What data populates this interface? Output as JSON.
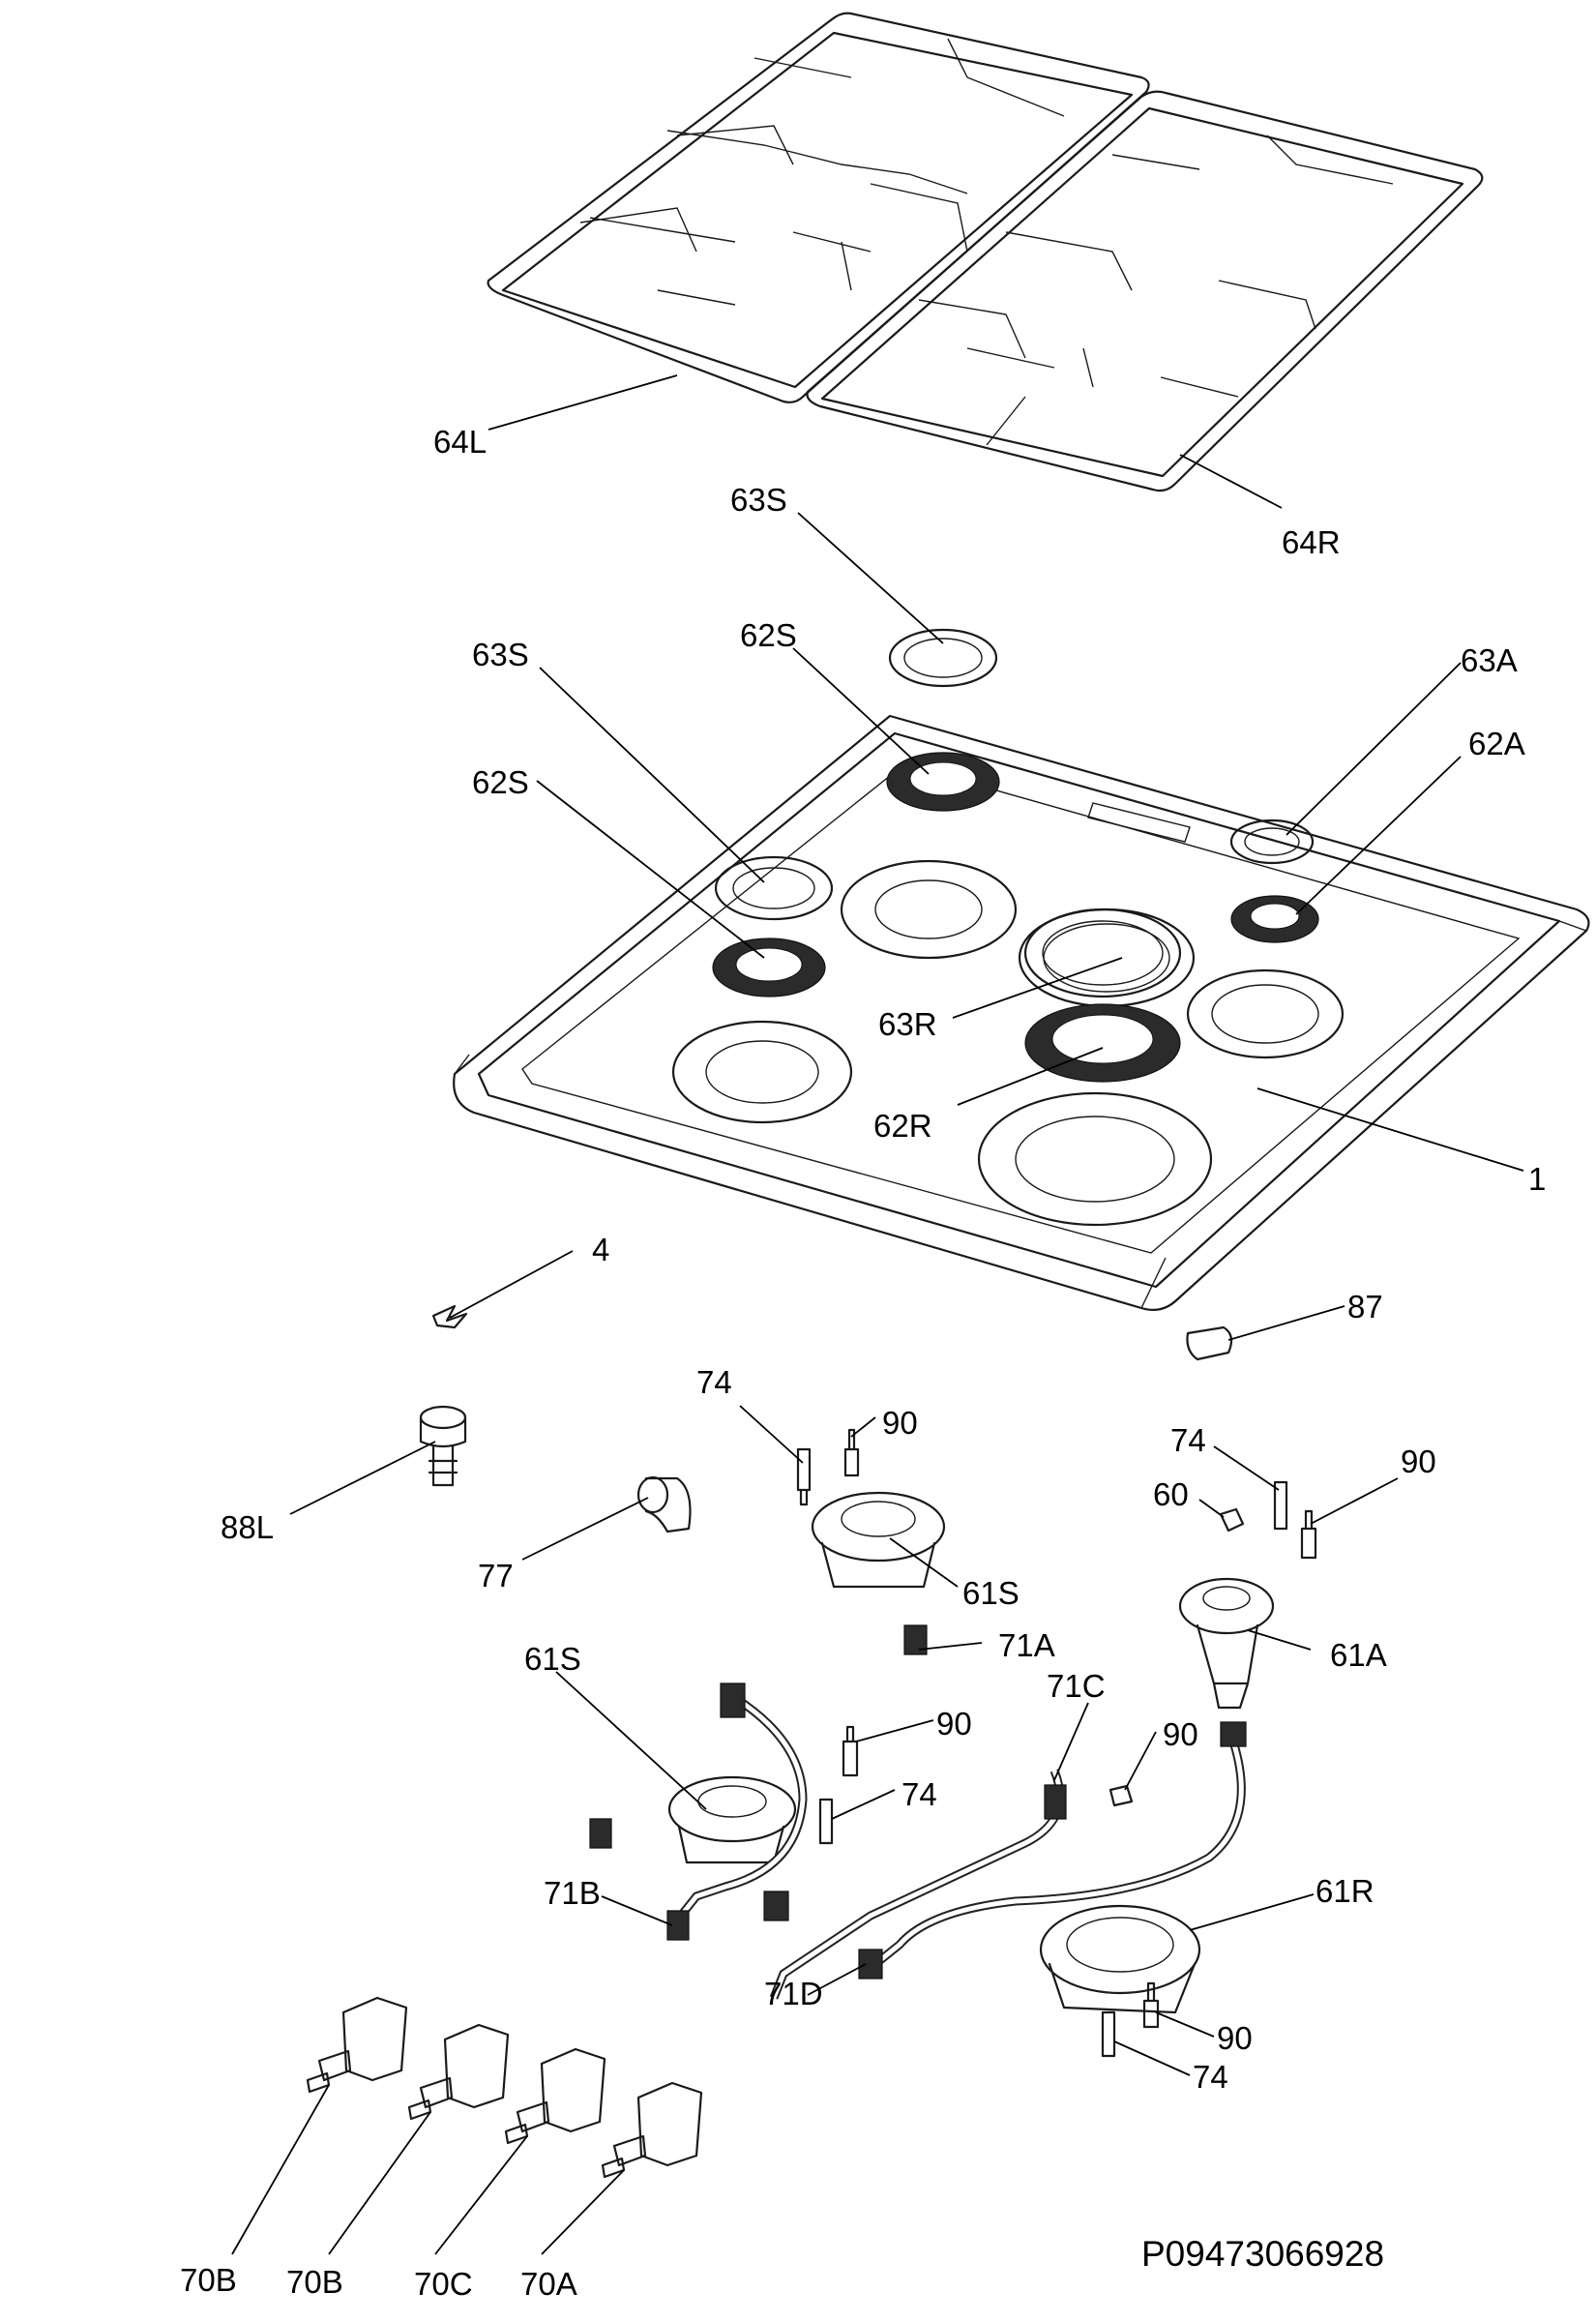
{
  "labels": {
    "l64L": "64L",
    "l64R": "64R",
    "l63S_top": "63S",
    "l63S_left": "63S",
    "l62S_top": "62S",
    "l62S_left": "62S",
    "l63A": "63A",
    "l62A": "62A",
    "l63R": "63R",
    "l62R": "62R",
    "l1": "1",
    "l4": "4",
    "l87": "87",
    "l74_a": "74",
    "l90_a": "90",
    "l74_b": "74",
    "l90_b": "90",
    "l60": "60",
    "l88L": "88L",
    "l77": "77",
    "l61S_a": "61S",
    "l61A": "61A",
    "l71A": "71A",
    "l61S_b": "61S",
    "l90_c": "90",
    "l71C": "71C",
    "l90_d": "90",
    "l74_c": "74",
    "l71B": "71B",
    "l61R": "61R",
    "l71D": "71D",
    "l90_e": "90",
    "l74_d": "74",
    "l70B_a": "70B",
    "l70B_b": "70B",
    "l70C": "70C",
    "l70A": "70A"
  },
  "drawing_code": "P09473066928"
}
